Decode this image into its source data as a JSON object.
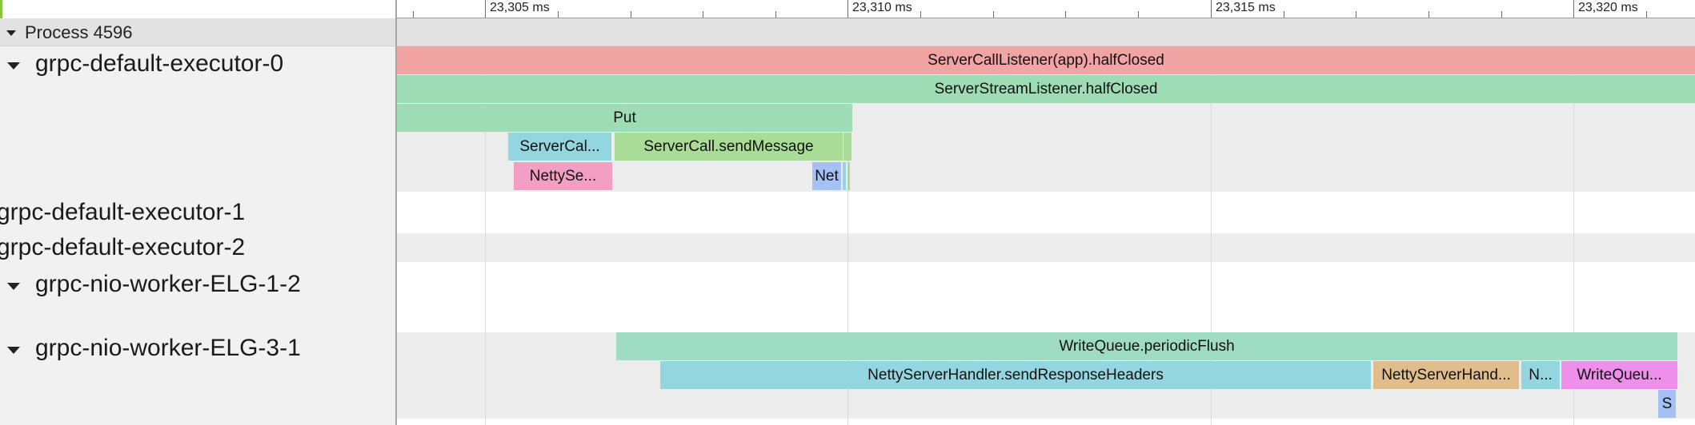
{
  "ruler": {
    "labels": [
      "23,305 ms",
      "23,310 ms",
      "23,315 ms",
      "23,320 ms"
    ]
  },
  "process": {
    "label": "Process 4596"
  },
  "threads": [
    {
      "name": "grpc-default-executor-0",
      "expanded": true,
      "slices": [
        {
          "label": "ServerCallListener(app).halfClosed",
          "color": "#f2a3a3"
        },
        {
          "label": "ServerStreamListener.halfClosed",
          "color": "#9edcb6"
        },
        {
          "label": "Put",
          "color": "#9edcb6"
        },
        {
          "label": "ServerCal...",
          "color": "#93d6df"
        },
        {
          "label": "ServerCall.sendMessage",
          "color": "#a9dc96"
        },
        {
          "label": "",
          "color": "#a9dc96"
        },
        {
          "label": "NettySe...",
          "color": "#f39fc3"
        },
        {
          "label": "Net",
          "color": "#a3c1f5"
        },
        {
          "label": "",
          "color": "#93d6df"
        },
        {
          "label": "",
          "color": "#a9dc96"
        }
      ]
    },
    {
      "name": "grpc-default-executor-1",
      "expanded": false,
      "slices": []
    },
    {
      "name": "grpc-default-executor-2",
      "expanded": false,
      "slices": []
    },
    {
      "name": "grpc-nio-worker-ELG-1-2",
      "expanded": true,
      "slices": []
    },
    {
      "name": "grpc-nio-worker-ELG-3-1",
      "expanded": true,
      "slices": [
        {
          "label": "WriteQueue.periodicFlush",
          "color": "#9edcc6"
        },
        {
          "label": "NettyServerHandler.sendResponseHeaders",
          "color": "#93d6df"
        },
        {
          "label": "NettyServerHand...",
          "color": "#e1bd8c"
        },
        {
          "label": "N...",
          "color": "#93d6df"
        },
        {
          "label": "WriteQueu...",
          "color": "#ef8fec"
        },
        {
          "label": "S",
          "color": "#a3c1f5"
        }
      ]
    }
  ]
}
